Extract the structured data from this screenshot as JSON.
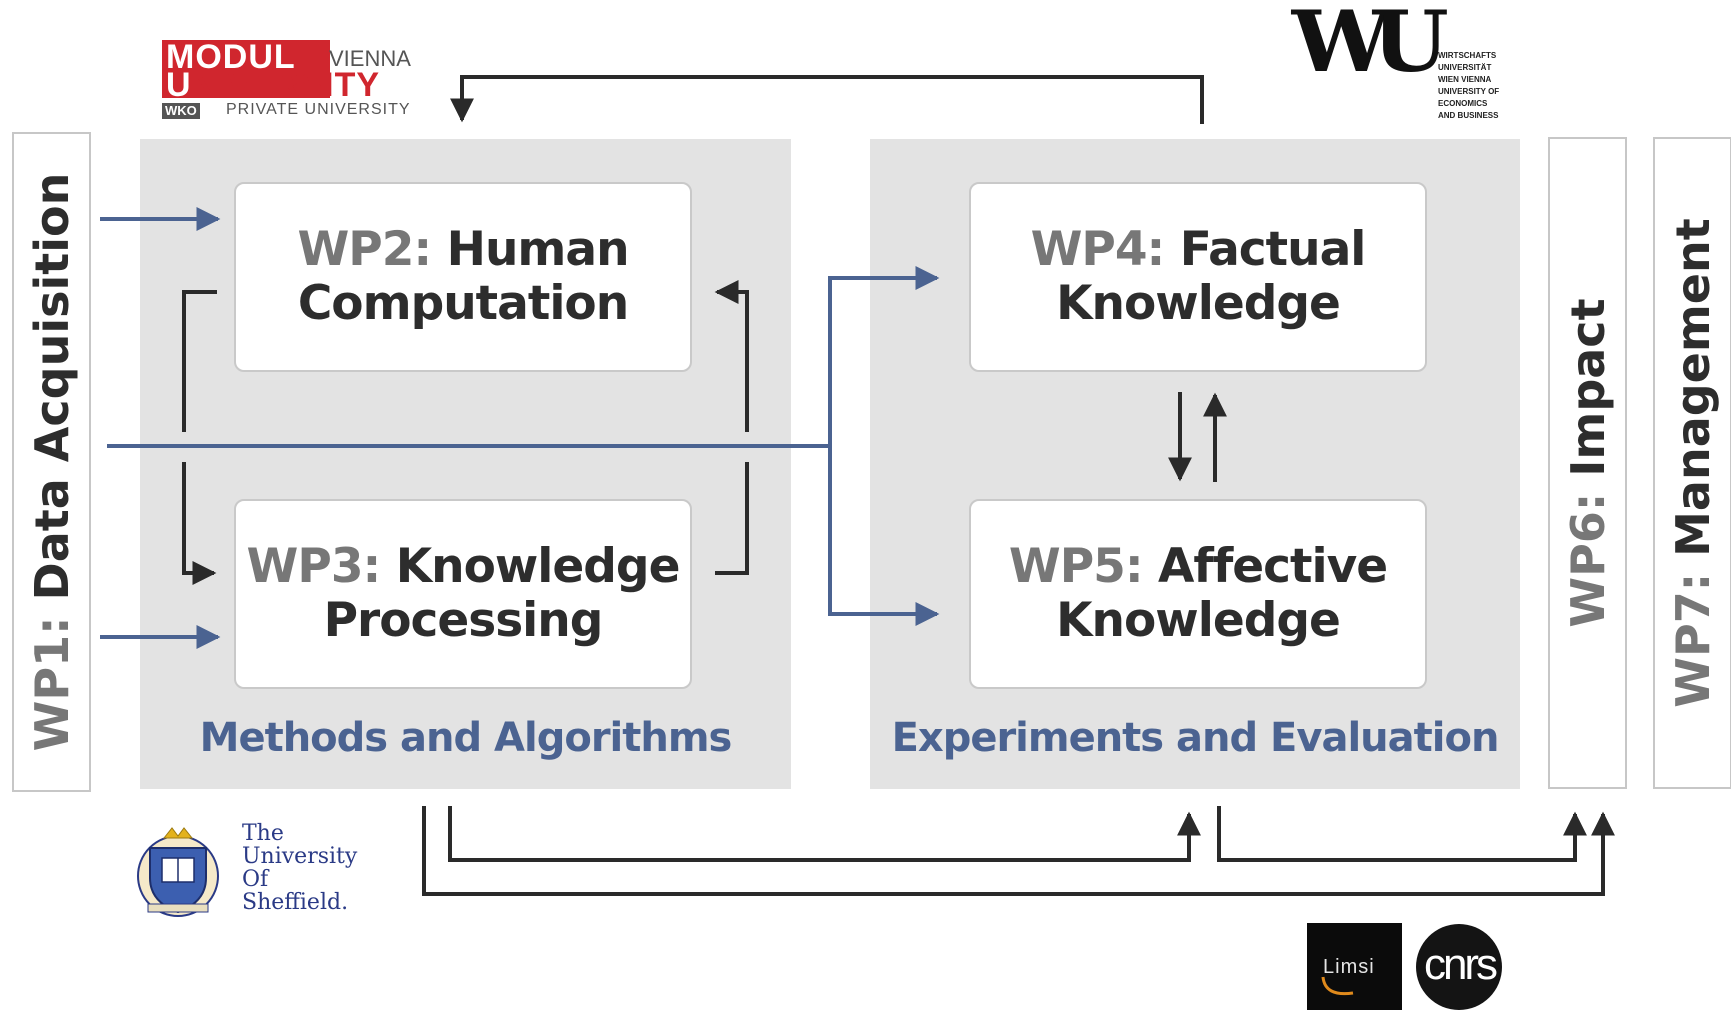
{
  "panels": {
    "left_caption": "Methods and Algorithms",
    "right_caption": "Experiments and Evaluation"
  },
  "work_packages": {
    "wp1": {
      "code": "WP1:",
      "title": "Data Acquisition"
    },
    "wp2": {
      "code": "WP2:",
      "line1": "Human",
      "line2": "Computation"
    },
    "wp3": {
      "code": "WP3:",
      "line1": "Knowledge",
      "line2": "Processing"
    },
    "wp4": {
      "code": "WP4:",
      "line1": "Factual",
      "line2": "Knowledge"
    },
    "wp5": {
      "code": "WP5:",
      "line1": "Affective",
      "line2": "Knowledge"
    },
    "wp6": {
      "code": "WP6:",
      "title": "Impact"
    },
    "wp7": {
      "code": "WP7:",
      "title": "Management"
    }
  },
  "logos": {
    "modul": {
      "m": "M",
      "odul": "ODUL",
      "vienna": "VIENNA",
      "u": "U",
      "niversity": "NIVERSITY",
      "wko": "WKO",
      "private": "PRIVATE UNIVERSITY"
    },
    "wu": {
      "mark": "WU",
      "text": "WIRTSCHAFTS\nUNIVERSITÄT\nWIEN VIENNA\nUNIVERSITY OF\nECONOMICS\nAND BUSINESS"
    },
    "sheffield": {
      "text": "The\nUniversity\nOf\nSheffield."
    },
    "limsi": {
      "text": "Limsi"
    },
    "cnrs": {
      "text": "cnrs"
    }
  },
  "colors": {
    "panel_bg": "#e3e3e3",
    "blue_arrow": "#4b6391",
    "dark_arrow": "#2a2a2a",
    "modul_red": "#d0262e"
  }
}
